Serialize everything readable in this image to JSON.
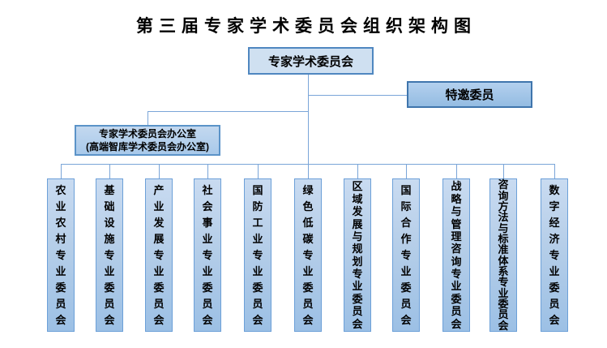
{
  "title": "第三届专家学术委员会组织架构图",
  "org": {
    "root": "专家学术委员会",
    "special_member": "特邀委员",
    "office": {
      "line1": "专家学术委员会办公室",
      "line2": "(高端智库学术委员会办公室)"
    },
    "committees": [
      "农业农村专业委员会",
      "基础设施专业委员会",
      "产业发展专业委员会",
      "社会事业专业委员会",
      "国防工业专业委员会",
      "绿色低碳专业委员会",
      "区域发展与规划专业委员会",
      "国际合作专业委员会",
      "战略与管理咨询专业委员会",
      "咨询方法与标准体系专业委员会",
      "数字经济专业委员会"
    ]
  },
  "colors": {
    "box_border_dark": "#3f75ac",
    "box_border": "#5b93c8",
    "root_fill": "#cfe0f1",
    "special_fill": "#9cc0e5",
    "committee_fill_top": "#c9dbf1",
    "committee_fill_bottom": "#9cc0e5",
    "connector": "#7aa5d8"
  }
}
